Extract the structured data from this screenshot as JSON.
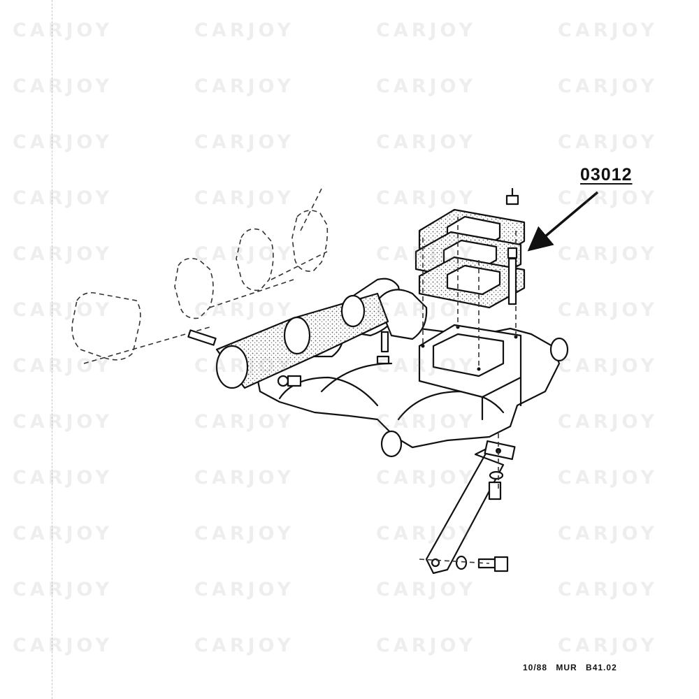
{
  "diagram": {
    "part_callout": "03012",
    "footer": {
      "date": "10/88",
      "code": "MUR",
      "page": "B41.02"
    }
  },
  "watermark": {
    "text": "CARJOY"
  },
  "colors": {
    "ink": "#111111",
    "paper": "#ffffff",
    "watermark": "#787878"
  }
}
